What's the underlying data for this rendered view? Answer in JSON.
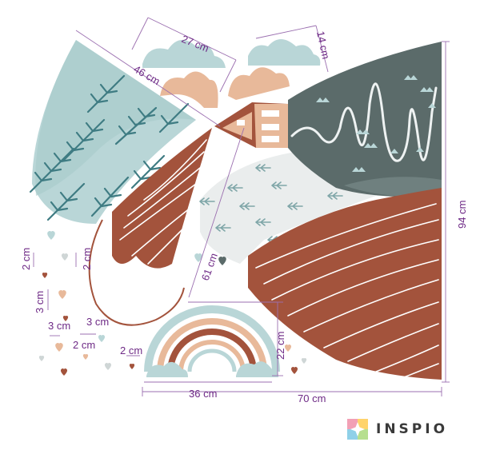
{
  "dimensions": {
    "d_27": "27 cm",
    "d_14": "14 cm",
    "d_46": "46 cm",
    "d_94": "94 cm",
    "d_61": "61 cm",
    "d_2a": "2 cm",
    "d_2b": "2 cm",
    "d_3a": "3 cm",
    "d_3b": "3 cm",
    "d_3c": "3 cm",
    "d_2c": "2 cm",
    "d_2d": "2 cm",
    "d_22": "22 cm",
    "d_36": "36 cm",
    "d_70": "70 cm"
  },
  "brand": {
    "name": "INSPIO"
  },
  "colors": {
    "teal": "#5f8f94",
    "light_teal": "#b9d6d7",
    "rust": "#a3533c",
    "peach": "#e8b99a",
    "dark_slate": "#5b6b6a",
    "gray": "#e4e7e6",
    "dimension": "#6e2a86"
  }
}
